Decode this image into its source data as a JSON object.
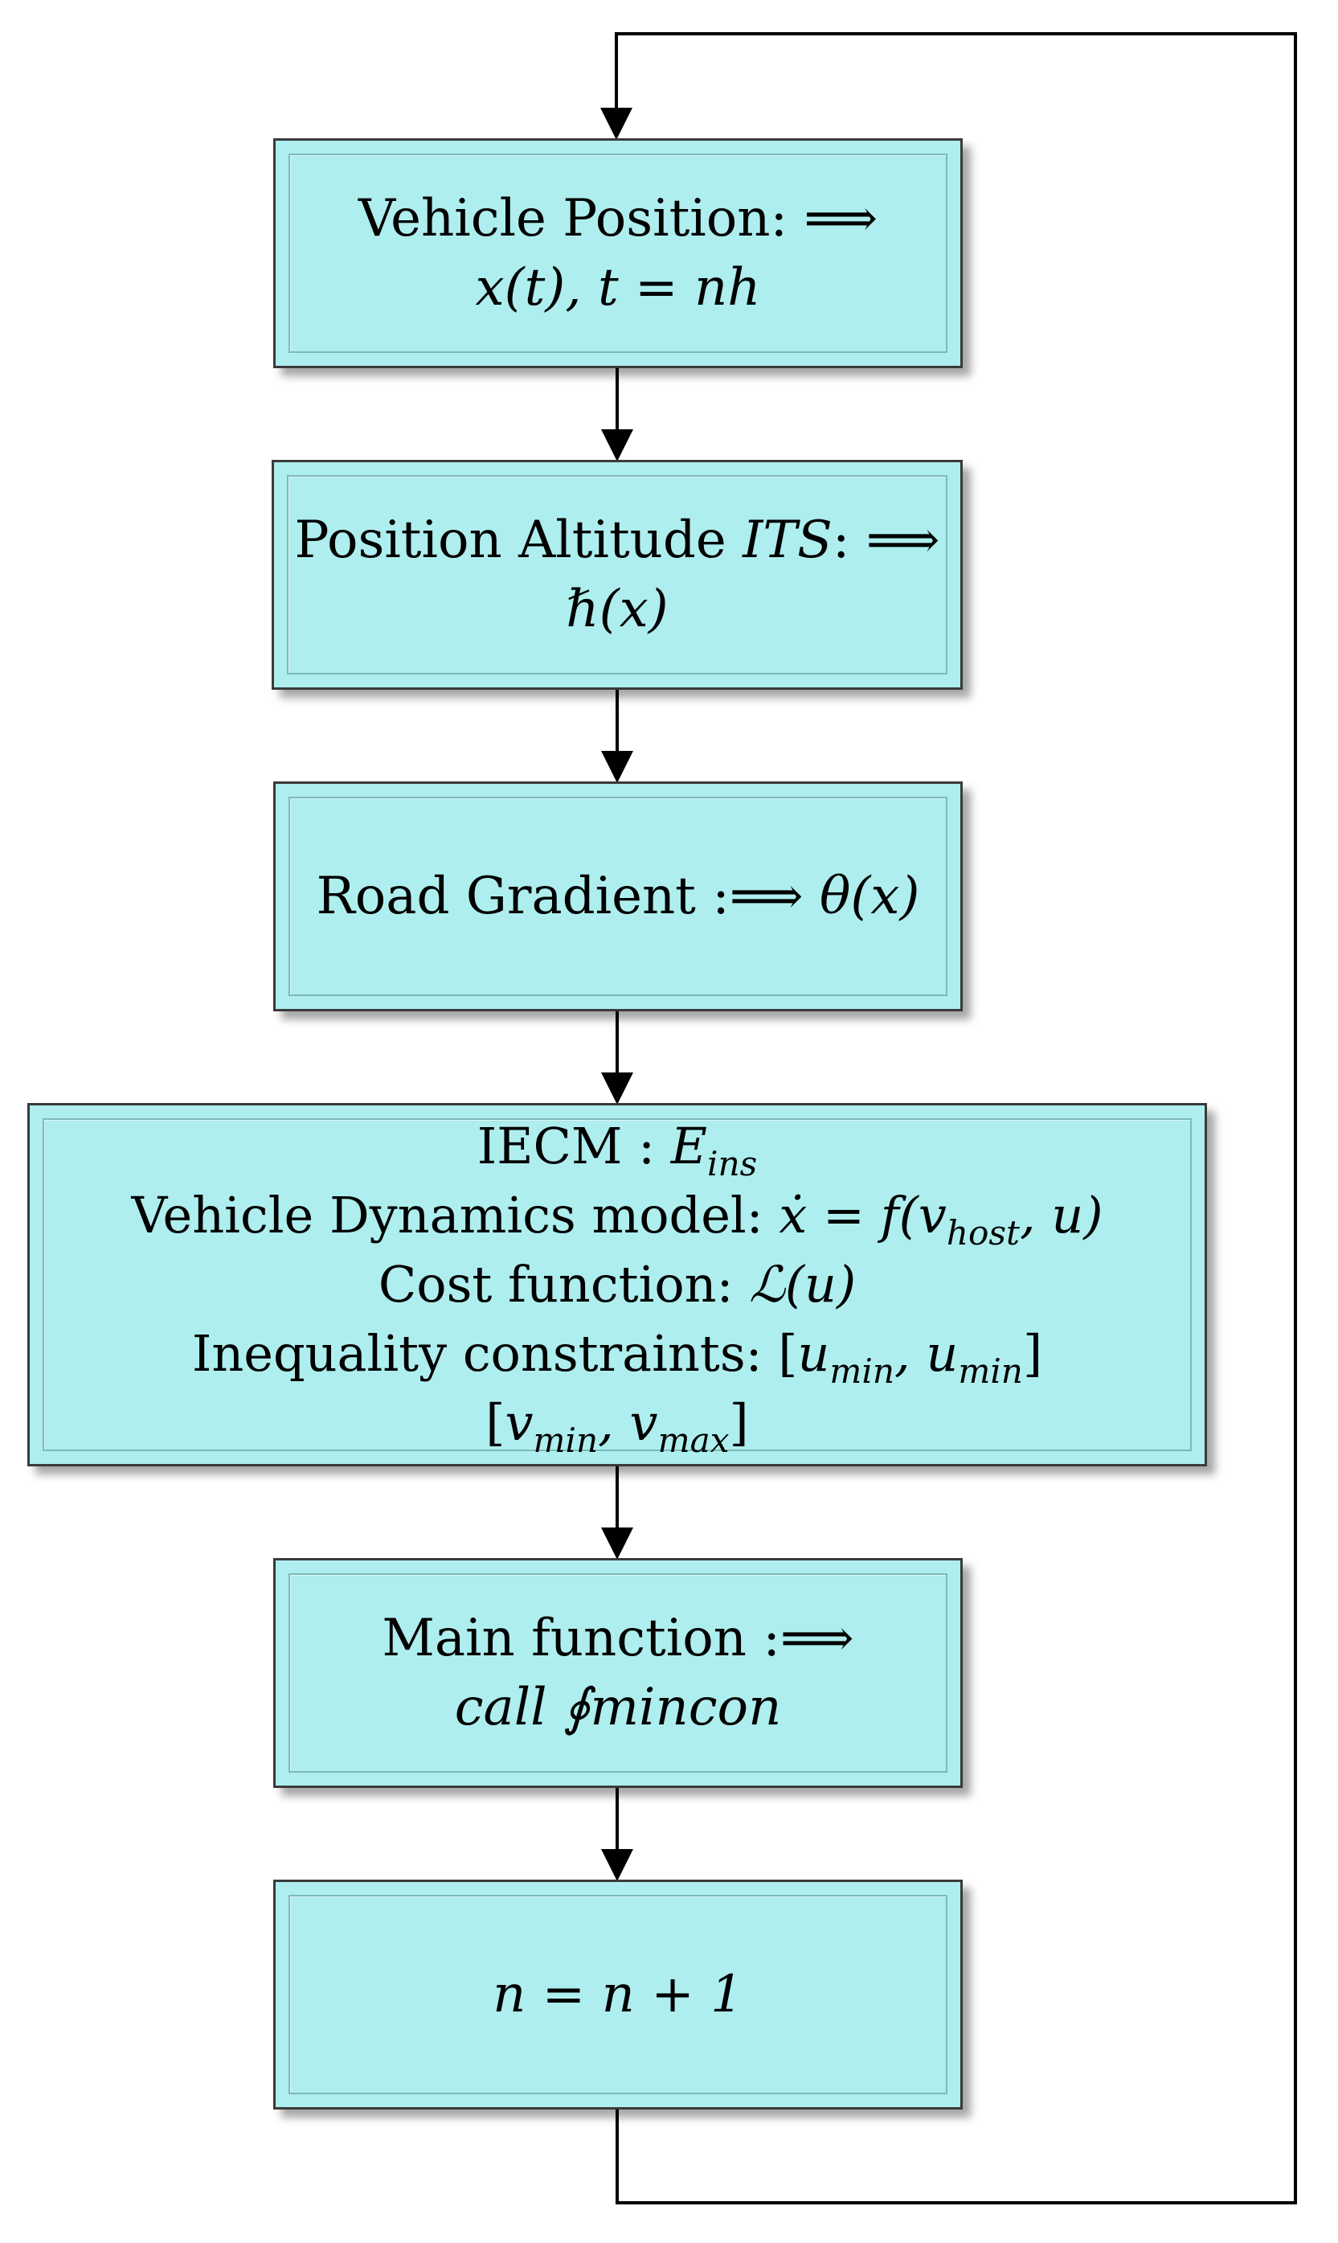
{
  "nodes": [
    {
      "id": "vehicle-position",
      "lines": [
        {
          "text": "Vehicle Position: ⟹"
        },
        {
          "math": "x(t), t = nh"
        }
      ]
    },
    {
      "id": "position-altitude",
      "lines": [
        {
          "text": "Position Altitude ",
          "math": "ITS",
          "text2": ": ⟹"
        },
        {
          "math": "ℏ(x)"
        }
      ]
    },
    {
      "id": "road-gradient",
      "lines": [
        {
          "text": "Road Gradient :⟹ ",
          "math": " θ(x)"
        }
      ]
    },
    {
      "id": "iecm",
      "lines": [
        {
          "text": "IECM : ",
          "math": "E",
          "sub": "ins"
        },
        {
          "text": "Vehicle Dynamics model: ",
          "math": "ẋ = f(v",
          "sub": "host",
          "math2": ", u)"
        },
        {
          "text": "Cost function: ",
          "math": "ℒ(u)"
        },
        {
          "text": "Inequality constraints: [",
          "math": "u",
          "sub": "min",
          "math2": ", u",
          "sub2": "min",
          "text2": "]"
        },
        {
          "text": "[",
          "math": "v",
          "sub": "min",
          "math2": ", v",
          "sub2": "max",
          "text2": "]"
        }
      ]
    },
    {
      "id": "main-function",
      "lines": [
        {
          "text": "Main function :⟹"
        },
        {
          "math": "call ∮mincon"
        }
      ]
    },
    {
      "id": "increment",
      "lines": [
        {
          "math": "n = n + 1"
        }
      ]
    }
  ],
  "edges": [
    [
      "vehicle-position",
      "position-altitude"
    ],
    [
      "position-altitude",
      "road-gradient"
    ],
    [
      "road-gradient",
      "iecm"
    ],
    [
      "iecm",
      "main-function"
    ],
    [
      "main-function",
      "increment"
    ],
    [
      "increment",
      "vehicle-position"
    ]
  ],
  "colors": {
    "box_fill": "#aeeeee",
    "box_border": "#3a3a3a",
    "arrow": "#000000"
  }
}
